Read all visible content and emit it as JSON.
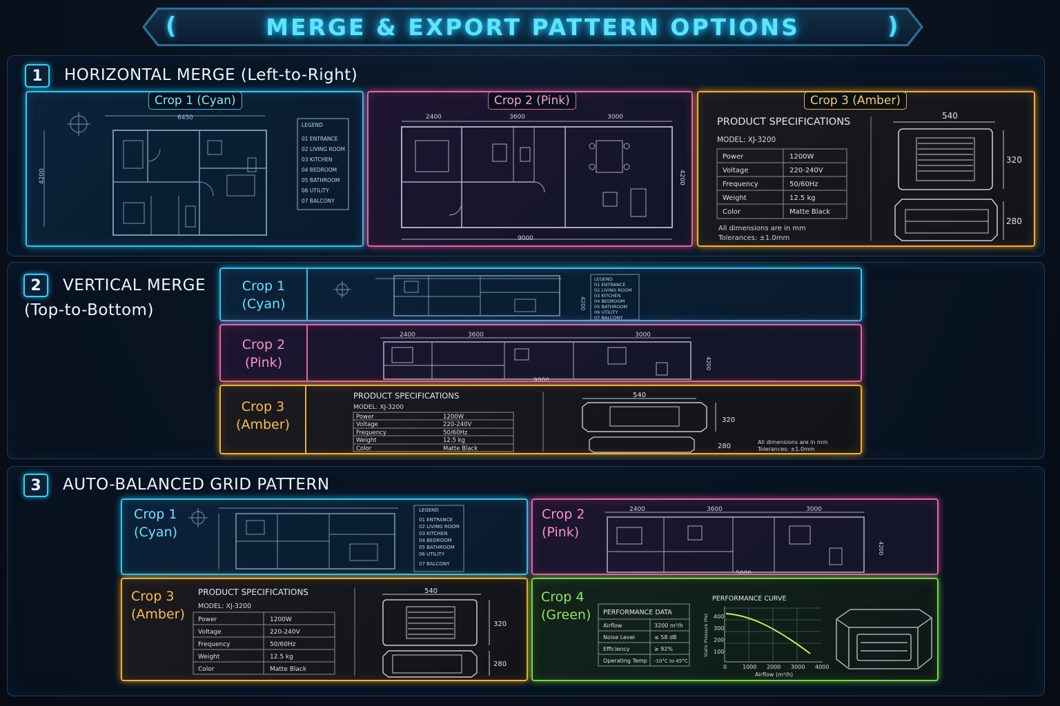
{
  "header": {
    "title": "MERGE & EXPORT PATTERN OPTIONS",
    "bracket_left": "(",
    "bracket_right": ")"
  },
  "colors": {
    "cyan": "#35c6ee",
    "pink": "#e069a6",
    "amber": "#f0b038",
    "green": "#7bd64a"
  },
  "sections": [
    {
      "number": "1",
      "title": "HORIZONTAL MERGE (Left-to-Right)"
    },
    {
      "number": "2",
      "title_line1": "VERTICAL MERGE",
      "title_line2": "(Top-to-Bottom)"
    },
    {
      "number": "3",
      "title": "AUTO-BALANCED GRID PATTERN"
    }
  ],
  "crops": {
    "crop1": "Crop 1 (Cyan)",
    "crop2": "Crop 2 (Pink)",
    "crop3": "Crop 3 (Amber)",
    "crop1_a": "Crop 1",
    "crop1_b": "(Cyan)",
    "crop2_a": "Crop 2",
    "crop2_b": "(Pink)",
    "crop3_a": "Crop 3",
    "crop3_b": "(Amber)",
    "crop4_a": "Crop 4",
    "crop4_b": "(Green)"
  },
  "floorplan": {
    "dim_width": "6450",
    "dim_height": "4200",
    "legend_title": "LEGEND",
    "legend": [
      "01  ENTRANCE",
      "02  LIVING ROOM",
      "03  KITCHEN",
      "04  BEDROOM",
      "05  BATHROOM",
      "06  UTILITY",
      "07  BALCONY"
    ],
    "dims_top": [
      "2400",
      "3600",
      "3000"
    ],
    "dim_total": "9000",
    "dim_total_grid": "5000"
  },
  "spec": {
    "title": "PRODUCT SPECIFICATIONS",
    "model": "MODEL: XJ-3200",
    "rows": [
      [
        "Power",
        "1200W"
      ],
      [
        "Voltage",
        "220-240V"
      ],
      [
        "Frequency",
        "50/60Hz"
      ],
      [
        "Weight",
        "12.5 kg"
      ],
      [
        "Color",
        "Matte Black"
      ]
    ],
    "note1": "All dimensions are in mm",
    "note2": "Tolerances: ±1.0mm",
    "dim_w": "540",
    "dim_h": "320",
    "dim_d": "280"
  },
  "performance": {
    "title": "PERFORMANCE DATA",
    "rows": [
      [
        "Airflow",
        "3200 m³/h"
      ],
      [
        "Noise Level",
        "≤ 58 dB"
      ],
      [
        "Efficiency",
        "≥ 92%"
      ],
      [
        "Operating Temp",
        "-10°C to 45°C"
      ]
    ],
    "curve_title": "PERFORMANCE CURVE",
    "ylabel": "Static Pressure (Pa)",
    "xlabel": "Airflow (m³/h)",
    "yticks": [
      "400",
      "300",
      "200",
      "100"
    ],
    "xticks": [
      "0",
      "1000",
      "2000",
      "3000",
      "4000"
    ]
  }
}
